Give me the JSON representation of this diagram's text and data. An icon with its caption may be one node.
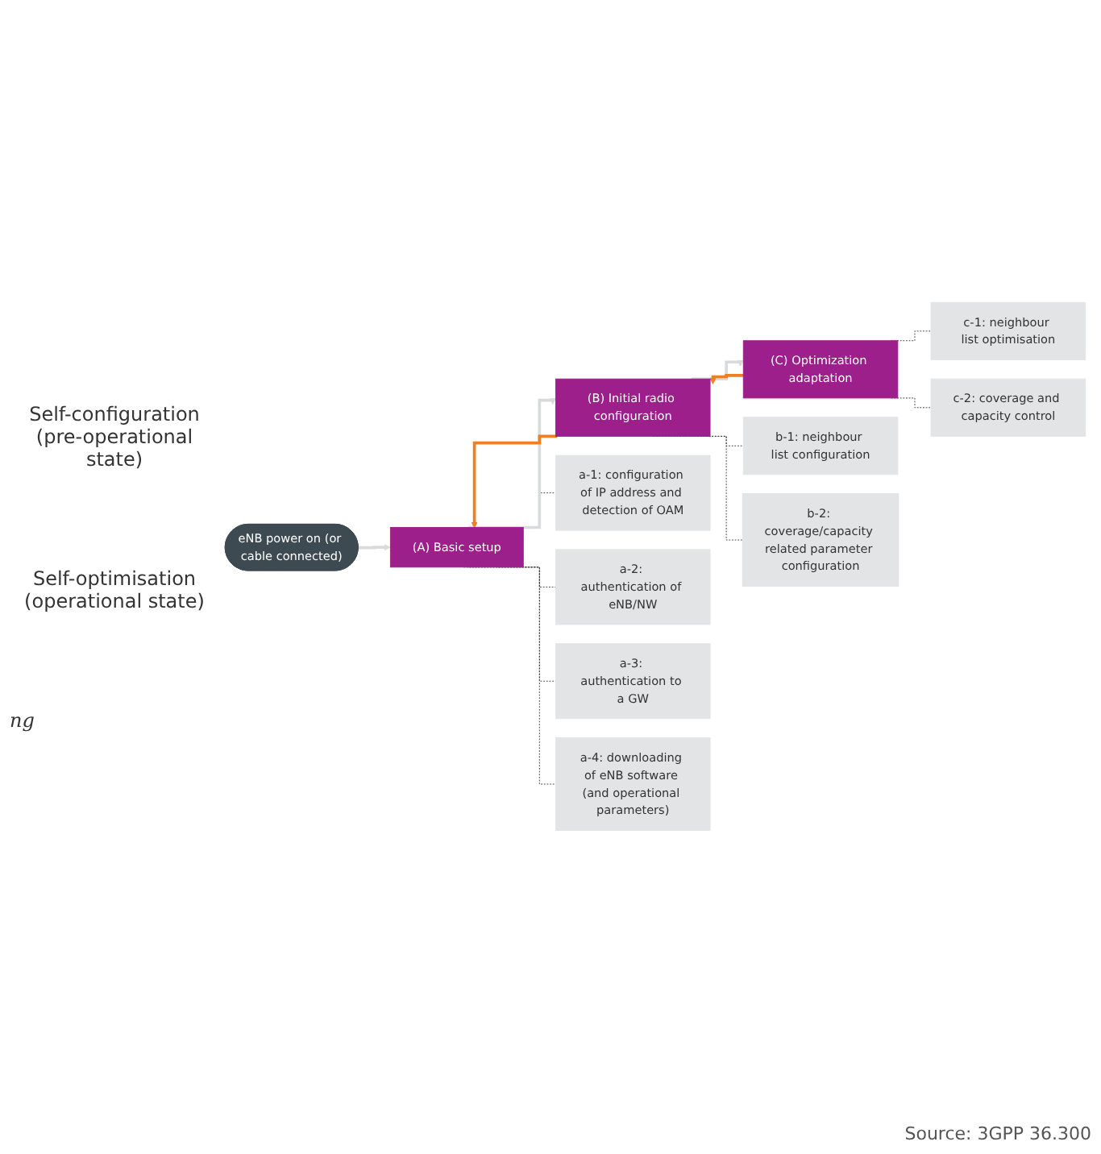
{
  "diagram": {
    "nodes": [
      {
        "text": [
          "eNB power on (or cable connected)"
        ]
      },
      {
        "text": [
          "(A) Basic setup"
        ]
      },
      {
        "text": [
          "a-1: configuration of IP address and detection of OAM"
        ]
      },
      {
        "text": [
          "a-2: authentication of eNB/NW"
        ]
      },
      {
        "text": [
          "a-3: authentication to a GW"
        ]
      },
      {
        "text": [
          "a-4: downloading of eNB software (and operational parameters)"
        ]
      },
      {
        "text": [
          "(B) Initial radio configuration"
        ]
      },
      {
        "text": [
          "b-1: neighbour list configuration"
        ]
      },
      {
        "text": [
          "b-2: coverage/capacity related parameter configuration"
        ]
      },
      {
        "text": [
          "(C) Optimization adaptation"
        ]
      },
      {
        "text": [
          "c-1: neighbour list optimisation"
        ]
      },
      {
        "text": [
          "c-2: coverage and capacity control"
        ]
      }
    ],
    "edges": [
      {
        "from": 0,
        "to": 1,
        "arrow": "to",
        "color": "#d9dadb"
      },
      {
        "from": 1,
        "to": 2,
        "arrow": "none",
        "style": "dashed"
      },
      {
        "from": 1,
        "to": 3,
        "arrow": "none",
        "style": "dashed"
      },
      {
        "from": 1,
        "to": 4,
        "arrow": "none",
        "style": "dashed"
      },
      {
        "from": 1,
        "to": 5,
        "arrow": "none",
        "style": "dashed"
      },
      {
        "from": 1,
        "to": 6,
        "arrow": "to",
        "color": "#d9dadb"
      },
      {
        "from": 6,
        "to": 1,
        "arrow": "to",
        "color": "#f07f22"
      },
      {
        "from": 6,
        "to": 7,
        "arrow": "none",
        "style": "dashed"
      },
      {
        "from": 6,
        "to": 8,
        "arrow": "none",
        "style": "dashed"
      },
      {
        "from": 6,
        "to": 9,
        "arrow": "to",
        "color": "#d9dadb"
      },
      {
        "from": 9,
        "to": 6,
        "arrow": "to",
        "color": "#f07f22"
      },
      {
        "from": 9,
        "to": 10,
        "arrow": "none",
        "style": "dashed"
      },
      {
        "from": 9,
        "to": 11,
        "arrow": "none",
        "style": "dashed"
      }
    ],
    "labels": [
      "Self-configuration (pre-operational state)",
      "Self-optimisation (operational state)",
      "ng",
      "Source: 3GPP 36.300"
    ]
  }
}
